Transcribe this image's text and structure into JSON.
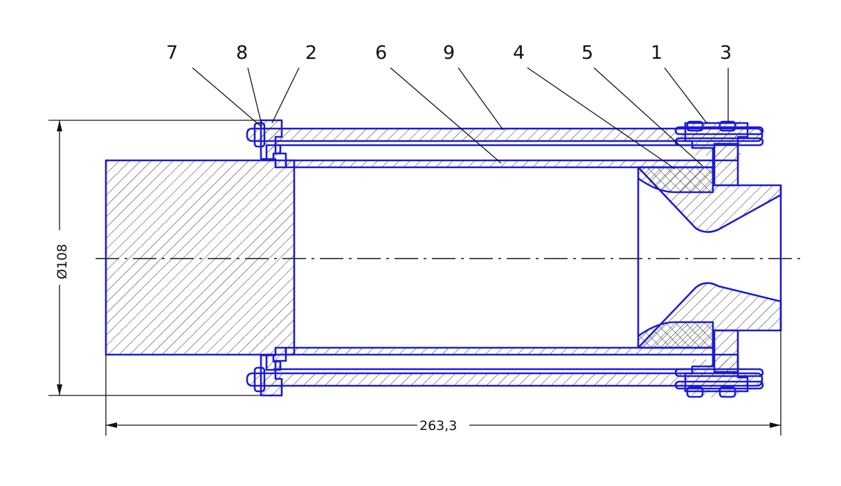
{
  "drawing": {
    "part_labels": [
      "7",
      "8",
      "2",
      "6",
      "9",
      "4",
      "5",
      "1",
      "3"
    ],
    "dimensions": {
      "diameter": "Ø108",
      "length": "263,3"
    },
    "colors": {
      "outline": "#1a1ad8",
      "hatch": "#2a2a2a",
      "dimension": "#111111"
    }
  }
}
